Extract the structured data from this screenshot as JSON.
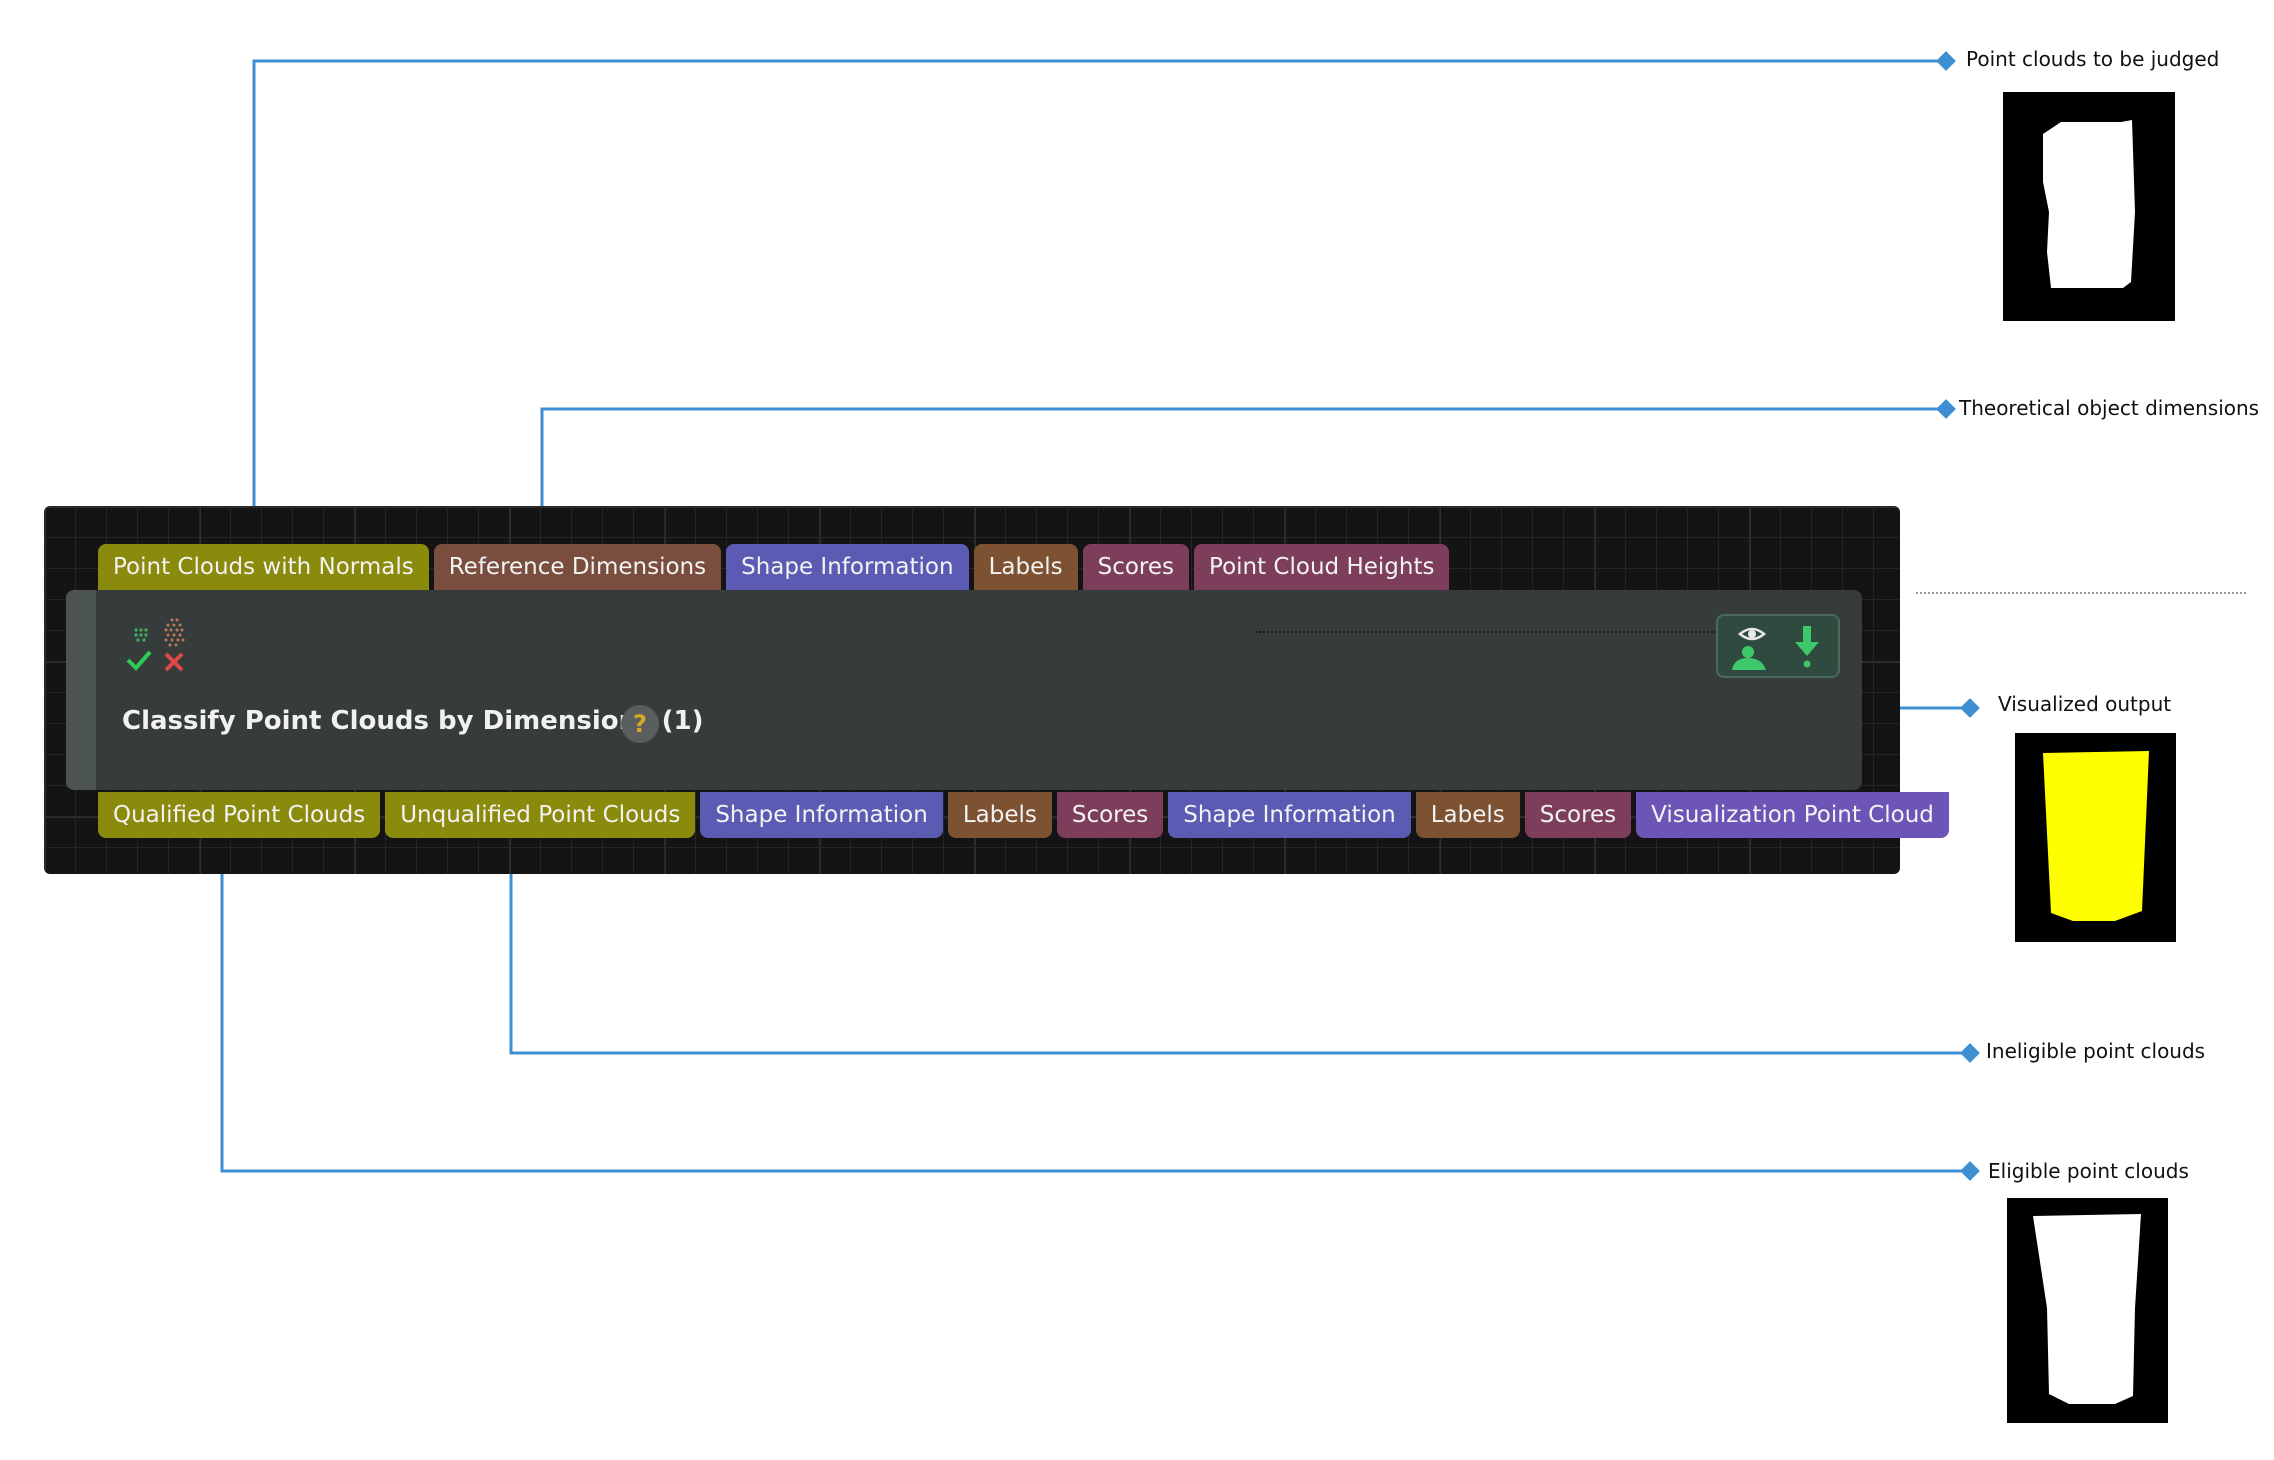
{
  "node": {
    "title": "Classify Point Clouds by Dimensions (1)",
    "help_symbol": "?",
    "input_ports": [
      {
        "label": "Point Clouds with Normals",
        "color": "#8a8a0c"
      },
      {
        "label": "Reference Dimensions",
        "color": "#7a4e3e"
      },
      {
        "label": "Shape Information",
        "color": "#5b5bb4"
      },
      {
        "label": "Labels",
        "color": "#7c5232"
      },
      {
        "label": "Scores",
        "color": "#7c3e5a"
      },
      {
        "label": "Point Cloud Heights",
        "color": "#7c3e5a"
      }
    ],
    "output_ports": [
      {
        "label": "Qualified Point Clouds",
        "color": "#8a8a0c"
      },
      {
        "label": "Unqualified Point Clouds",
        "color": "#8a8a0c"
      },
      {
        "label": "Shape Information",
        "color": "#5b5bb4"
      },
      {
        "label": "Labels",
        "color": "#7c5232"
      },
      {
        "label": "Scores",
        "color": "#7c3e5a"
      },
      {
        "label": "Shape Information",
        "color": "#5b5bb4"
      },
      {
        "label": "Labels",
        "color": "#7c5232"
      },
      {
        "label": "Scores",
        "color": "#7c3e5a"
      },
      {
        "label": "Visualization Point Cloud",
        "color": "#6d55b8"
      }
    ],
    "icons": [
      "point-cloud-classify-icon",
      "eye-visualize-icon",
      "download-arrow-icon"
    ]
  },
  "annotations": {
    "point_clouds_to_be_judged": "Point clouds to be judged",
    "theoretical_dimensions": "Theoretical object dimensions",
    "visualized_output": "Visualized output",
    "ineligible": "Ineligible point clouds",
    "eligible": "Eligible point clouds"
  },
  "colors": {
    "connector": "#3d8fd1",
    "canvas": "#141414",
    "node_body": "#363c3c",
    "visualized_fill": "#ffff00"
  }
}
